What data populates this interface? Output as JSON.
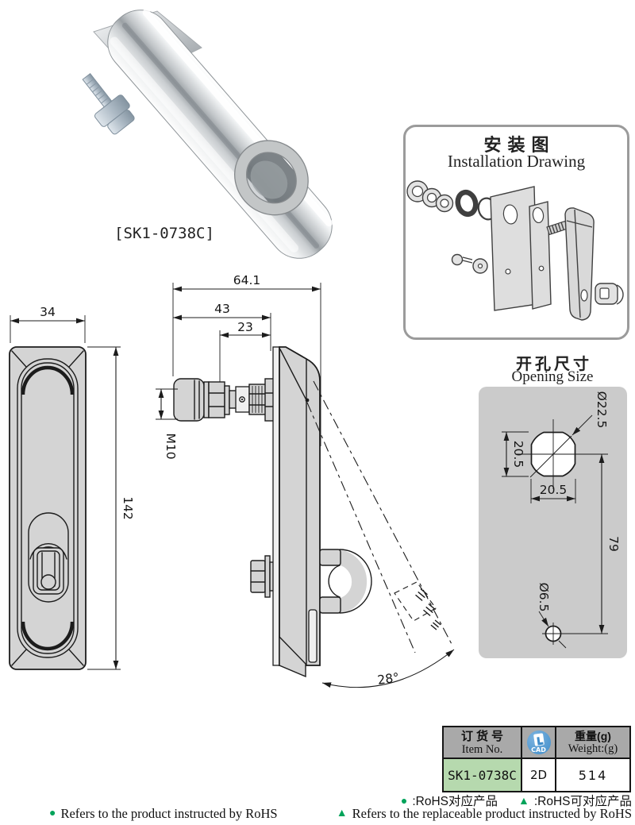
{
  "product": {
    "photo_label": "[SK1-0738C]"
  },
  "installation": {
    "title_zh": "安装图",
    "title_en": "Installation Drawing"
  },
  "front_view": {
    "width": "34",
    "height": "142"
  },
  "side_view": {
    "overall_depth": "64.1",
    "shaft_length": "43",
    "thread_length": "23",
    "thread_spec": "M10",
    "open_angle": "28°"
  },
  "opening": {
    "title_zh": "开孔尺寸",
    "title_en": "Opening Size",
    "hole_diameter": "Ø22.5",
    "height_across_flats": "20.5",
    "width_across_flats": "20.5",
    "hole_spacing": "79",
    "small_hole_diameter": "Ø6.5"
  },
  "table": {
    "header": {
      "item_zh": "订货号",
      "item_en": "Item No.",
      "cad_label": "CAD",
      "weight_zh": "重量(g)",
      "weight_en": "Weight:(g)"
    },
    "row": {
      "item_no": "SK1-0738C",
      "cad": "2D",
      "weight": "514"
    }
  },
  "legend": {
    "dot": "●",
    "triangle": "▲",
    "rohs_dot_zh": ":RoHS对应产品",
    "rohs_tri_zh": ":RoHS可对应产品",
    "rohs_dot_en": "Refers to the product instructed by RoHS",
    "rohs_tri_en": "Refers to the replaceable product instructed by RoHS"
  },
  "colors": {
    "rohs_green": "#00a35a",
    "item_cell_green": "#b6d9ae",
    "table_header_gray": "#a9a9a9",
    "cad_icon_blue": "#4d9ad2",
    "drawing_fill_gray": "#d4d4d4",
    "panel_gray": "#cbcbcb"
  }
}
